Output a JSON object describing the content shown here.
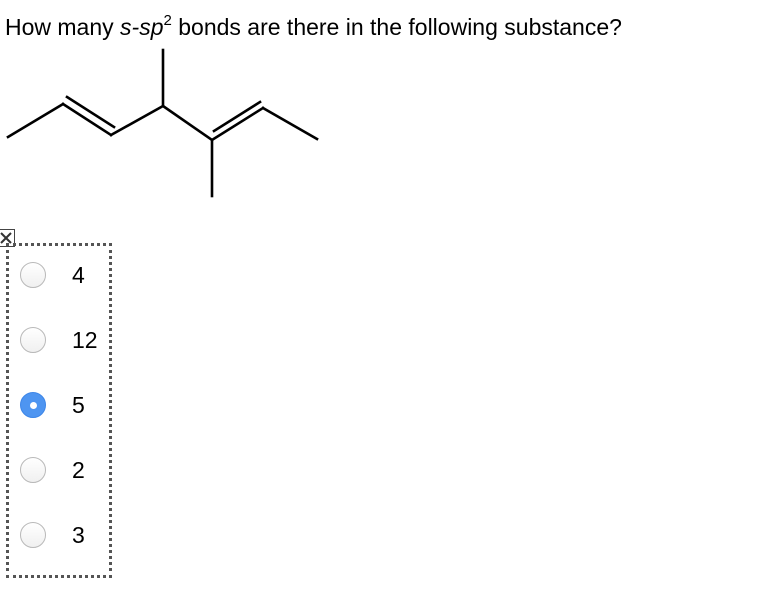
{
  "question": {
    "prefix": "How many ",
    "italic_s": "s",
    "dash_sp": "-sp",
    "superscript": "2",
    "suffix": " bonds are there in the following substance?"
  },
  "molecule": {
    "icon": "skeletal-structure",
    "stroke_color": "#000000"
  },
  "close_icon": "close-x-icon",
  "options": [
    {
      "label": "4",
      "checked": false
    },
    {
      "label": "12",
      "checked": false
    },
    {
      "label": "5",
      "checked": true
    },
    {
      "label": "2",
      "checked": false
    },
    {
      "label": "3",
      "checked": false
    }
  ],
  "colors": {
    "radio_selected": "#4e95f1",
    "radio_border": "#b9b9b9",
    "group_border": "#555555"
  }
}
